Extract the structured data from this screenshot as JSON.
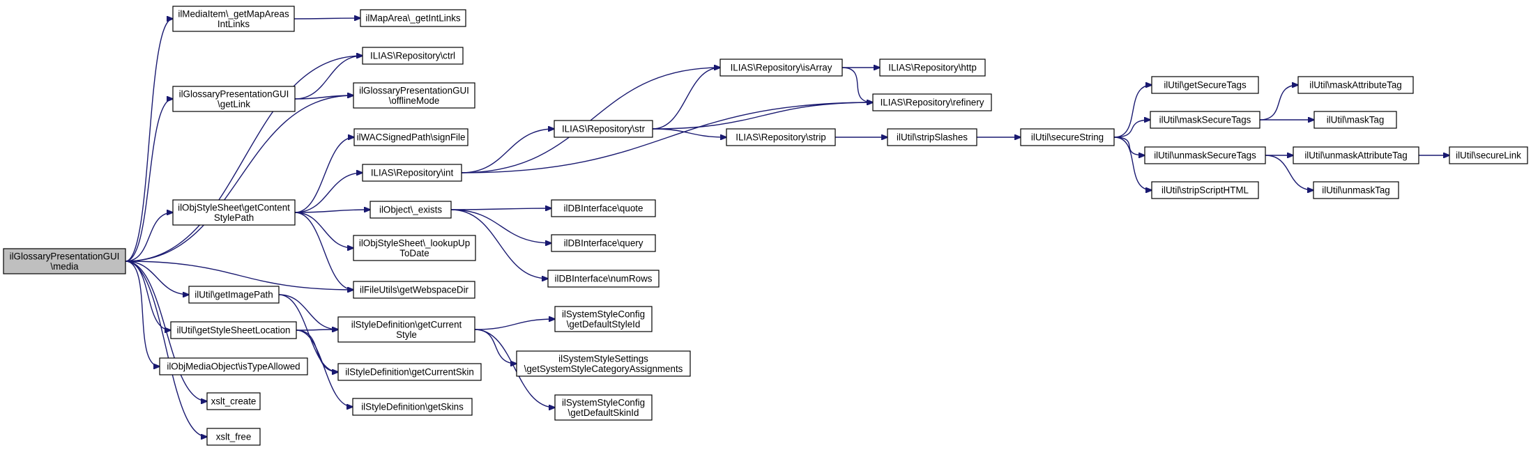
{
  "diagram": {
    "nodes": [
      {
        "id": "n0",
        "lines": [
          "ilGlossaryPresentationGUI",
          "\\media"
        ],
        "root": true
      },
      {
        "id": "n1",
        "lines": [
          "ilMediaItem\\_getMapAreas",
          "IntLinks"
        ]
      },
      {
        "id": "n2",
        "lines": [
          "ilMapArea\\_getIntLinks"
        ]
      },
      {
        "id": "n3",
        "lines": [
          "ILIAS\\Repository\\ctrl"
        ]
      },
      {
        "id": "n4",
        "lines": [
          "ilGlossaryPresentationGUI",
          "\\getLink"
        ]
      },
      {
        "id": "n5",
        "lines": [
          "ilGlossaryPresentationGUI",
          "\\offlineMode"
        ]
      },
      {
        "id": "n6",
        "lines": [
          "ilWACSignedPath\\signFile"
        ]
      },
      {
        "id": "n7",
        "lines": [
          "ILIAS\\Repository\\int"
        ]
      },
      {
        "id": "n8",
        "lines": [
          "ilObjStyleSheet\\getContent",
          "StylePath"
        ]
      },
      {
        "id": "n9",
        "lines": [
          "ilObject\\_exists"
        ]
      },
      {
        "id": "n10",
        "lines": [
          "ilObjStyleSheet\\_lookupUp",
          "ToDate"
        ]
      },
      {
        "id": "n11",
        "lines": [
          "ilFileUtils\\getWebspaceDir"
        ]
      },
      {
        "id": "n12",
        "lines": [
          "ilUtil\\getImagePath"
        ]
      },
      {
        "id": "n13",
        "lines": [
          "ilStyleDefinition\\getCurrent",
          "Style"
        ]
      },
      {
        "id": "n14",
        "lines": [
          "ilUtil\\getStyleSheetLocation"
        ]
      },
      {
        "id": "n15",
        "lines": [
          "ilStyleDefinition\\getCurrentSkin"
        ]
      },
      {
        "id": "n16",
        "lines": [
          "ilObjMediaObject\\isTypeAllowed"
        ]
      },
      {
        "id": "n17",
        "lines": [
          "ilStyleDefinition\\getSkins"
        ]
      },
      {
        "id": "n18",
        "lines": [
          "xslt_create"
        ]
      },
      {
        "id": "n19",
        "lines": [
          "xslt_free"
        ]
      },
      {
        "id": "n20",
        "lines": [
          "ILIAS\\Repository\\isArray"
        ]
      },
      {
        "id": "n21",
        "lines": [
          "ILIAS\\Repository\\http"
        ]
      },
      {
        "id": "n22",
        "lines": [
          "ILIAS\\Repository\\refinery"
        ]
      },
      {
        "id": "n23",
        "lines": [
          "ILIAS\\Repository\\str"
        ]
      },
      {
        "id": "n24",
        "lines": [
          "ILIAS\\Repository\\strip"
        ]
      },
      {
        "id": "n25",
        "lines": [
          "ilUtil\\stripSlashes"
        ]
      },
      {
        "id": "n26",
        "lines": [
          "ilUtil\\secureString"
        ]
      },
      {
        "id": "n27",
        "lines": [
          "ilDBInterface\\quote"
        ]
      },
      {
        "id": "n28",
        "lines": [
          "ilDBInterface\\query"
        ]
      },
      {
        "id": "n29",
        "lines": [
          "ilDBInterface\\numRows"
        ]
      },
      {
        "id": "n30",
        "lines": [
          "ilSystemStyleConfig",
          "\\getDefaultStyleId"
        ]
      },
      {
        "id": "n31",
        "lines": [
          "ilSystemStyleSettings",
          "\\getSystemStyleCategoryAssignments"
        ]
      },
      {
        "id": "n32",
        "lines": [
          "ilSystemStyleConfig",
          "\\getDefaultSkinId"
        ]
      },
      {
        "id": "n33",
        "lines": [
          "ilUtil\\getSecureTags"
        ]
      },
      {
        "id": "n34",
        "lines": [
          "ilUtil\\maskSecureTags"
        ]
      },
      {
        "id": "n35",
        "lines": [
          "ilUtil\\unmaskSecureTags"
        ]
      },
      {
        "id": "n36",
        "lines": [
          "ilUtil\\stripScriptHTML"
        ]
      },
      {
        "id": "n37",
        "lines": [
          "ilUtil\\maskAttributeTag"
        ]
      },
      {
        "id": "n38",
        "lines": [
          "ilUtil\\maskTag"
        ]
      },
      {
        "id": "n39",
        "lines": [
          "ilUtil\\unmaskAttributeTag"
        ]
      },
      {
        "id": "n40",
        "lines": [
          "ilUtil\\unmaskTag"
        ]
      },
      {
        "id": "n41",
        "lines": [
          "ilUtil\\secureLink"
        ]
      }
    ],
    "edges": [
      [
        "n0",
        "n1"
      ],
      [
        "n0",
        "n3"
      ],
      [
        "n0",
        "n4"
      ],
      [
        "n0",
        "n5"
      ],
      [
        "n0",
        "n8"
      ],
      [
        "n0",
        "n11"
      ],
      [
        "n0",
        "n12"
      ],
      [
        "n0",
        "n14"
      ],
      [
        "n0",
        "n16"
      ],
      [
        "n0",
        "n18"
      ],
      [
        "n0",
        "n19"
      ],
      [
        "n1",
        "n2"
      ],
      [
        "n4",
        "n3"
      ],
      [
        "n4",
        "n5"
      ],
      [
        "n8",
        "n6"
      ],
      [
        "n8",
        "n7"
      ],
      [
        "n8",
        "n9"
      ],
      [
        "n8",
        "n10"
      ],
      [
        "n8",
        "n11"
      ],
      [
        "n7",
        "n20"
      ],
      [
        "n7",
        "n22"
      ],
      [
        "n7",
        "n23"
      ],
      [
        "n20",
        "n21"
      ],
      [
        "n20",
        "n22"
      ],
      [
        "n23",
        "n20"
      ],
      [
        "n23",
        "n22"
      ],
      [
        "n23",
        "n24"
      ],
      [
        "n24",
        "n25"
      ],
      [
        "n25",
        "n26"
      ],
      [
        "n26",
        "n33"
      ],
      [
        "n26",
        "n34"
      ],
      [
        "n26",
        "n35"
      ],
      [
        "n26",
        "n36"
      ],
      [
        "n34",
        "n37"
      ],
      [
        "n34",
        "n38"
      ],
      [
        "n35",
        "n39"
      ],
      [
        "n35",
        "n40"
      ],
      [
        "n39",
        "n41"
      ],
      [
        "n9",
        "n27"
      ],
      [
        "n9",
        "n28"
      ],
      [
        "n9",
        "n29"
      ],
      [
        "n12",
        "n13"
      ],
      [
        "n12",
        "n15"
      ],
      [
        "n14",
        "n13"
      ],
      [
        "n14",
        "n15"
      ],
      [
        "n14",
        "n17"
      ],
      [
        "n13",
        "n30"
      ],
      [
        "n13",
        "n31"
      ],
      [
        "n13",
        "n32"
      ]
    ]
  }
}
